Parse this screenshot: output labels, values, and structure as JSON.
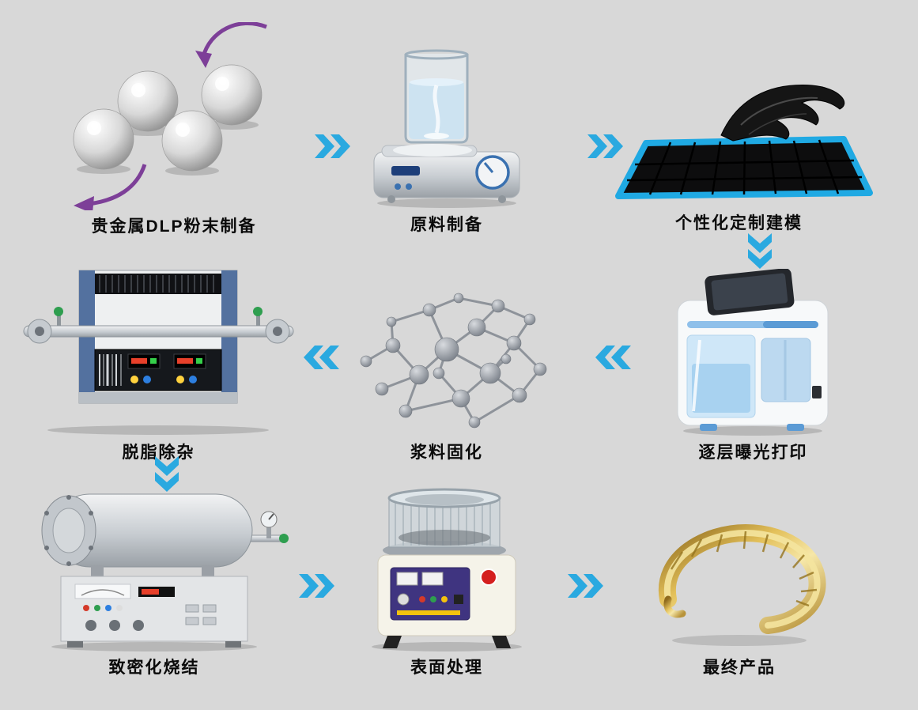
{
  "colors": {
    "background": "#d8d8d8",
    "flow_arrow": "#2aa9e0",
    "powder_arrow": "#7d3f98",
    "label_text": "#0a0a0a",
    "gold": "#d9b44a"
  },
  "stages": [
    {
      "id": "powder-prep",
      "label": "贵金属DLP粉末制备",
      "illustration": "metal-powder-spheres"
    },
    {
      "id": "raw-material-prep",
      "label": "原料制备",
      "illustration": "magnetic-stirrer"
    },
    {
      "id": "custom-modeling",
      "label": "个性化定制建模",
      "illustration": "3d-model-on-build-plate"
    },
    {
      "id": "layer-printing",
      "label": "逐层曝光打印",
      "illustration": "dlp-3d-printer"
    },
    {
      "id": "slurry-curing",
      "label": "浆料固化",
      "illustration": "cured-polymer-network"
    },
    {
      "id": "debinding",
      "label": "脱脂除杂",
      "illustration": "tube-furnace"
    },
    {
      "id": "densification-sintering",
      "label": "致密化烧结",
      "illustration": "vacuum-sintering-furnace"
    },
    {
      "id": "surface-treatment",
      "label": "表面处理",
      "illustration": "magnetic-polishing-machine"
    },
    {
      "id": "final-product",
      "label": "最终产品",
      "illustration": "gold-feather-bangle"
    }
  ],
  "flow": [
    "powder-prep",
    "raw-material-prep",
    "custom-modeling",
    "layer-printing",
    "slurry-curing",
    "debinding",
    "densification-sintering",
    "surface-treatment",
    "final-product"
  ]
}
